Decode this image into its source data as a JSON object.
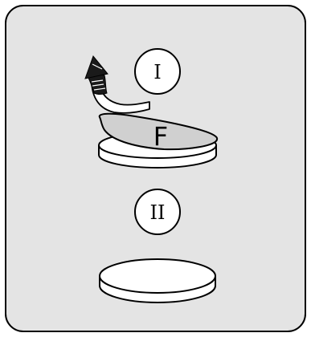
{
  "diagram": {
    "step_one_label": "I",
    "step_two_label": "II",
    "foil_label": "F",
    "colors": {
      "panel_background": "#e4e4e4",
      "foil_fill": "#d0d0d0",
      "surface_fill": "#ffffff",
      "outline": "#000000",
      "arrow_fill": "#1a1a1a"
    }
  }
}
